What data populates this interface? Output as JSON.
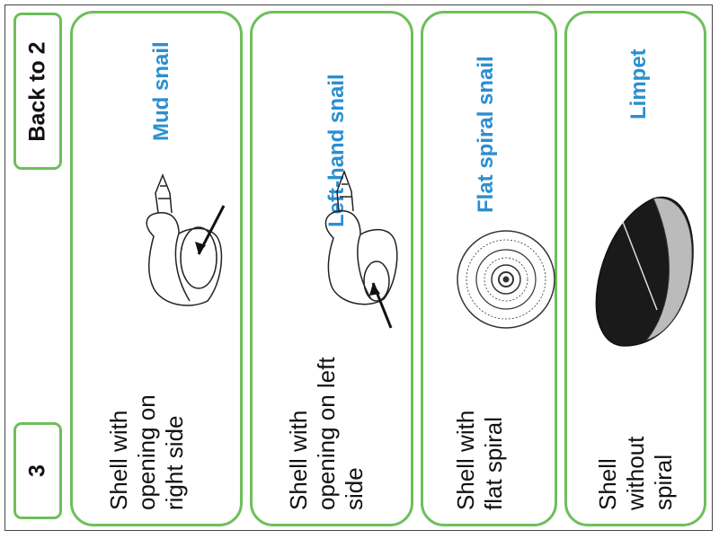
{
  "key_step": {
    "number": "3",
    "back_label": "Back to 2"
  },
  "cards": [
    {
      "name": "Mud snail",
      "description": "Shell with opening on right side",
      "icon": "mud-snail-shell"
    },
    {
      "name": "Left-hand snail",
      "description": "Shell with opening on left side",
      "icon": "left-hand-snail-shell"
    },
    {
      "name": "Flat spiral snail",
      "description": "Shell with flat spiral",
      "icon": "flat-spiral-snail-shell"
    },
    {
      "name": "Limpet",
      "description": "Shell without spiral",
      "icon": "limpet-shell"
    }
  ],
  "colors": {
    "border_green": "#6dbf5a",
    "name_blue": "#2a8fd0"
  }
}
